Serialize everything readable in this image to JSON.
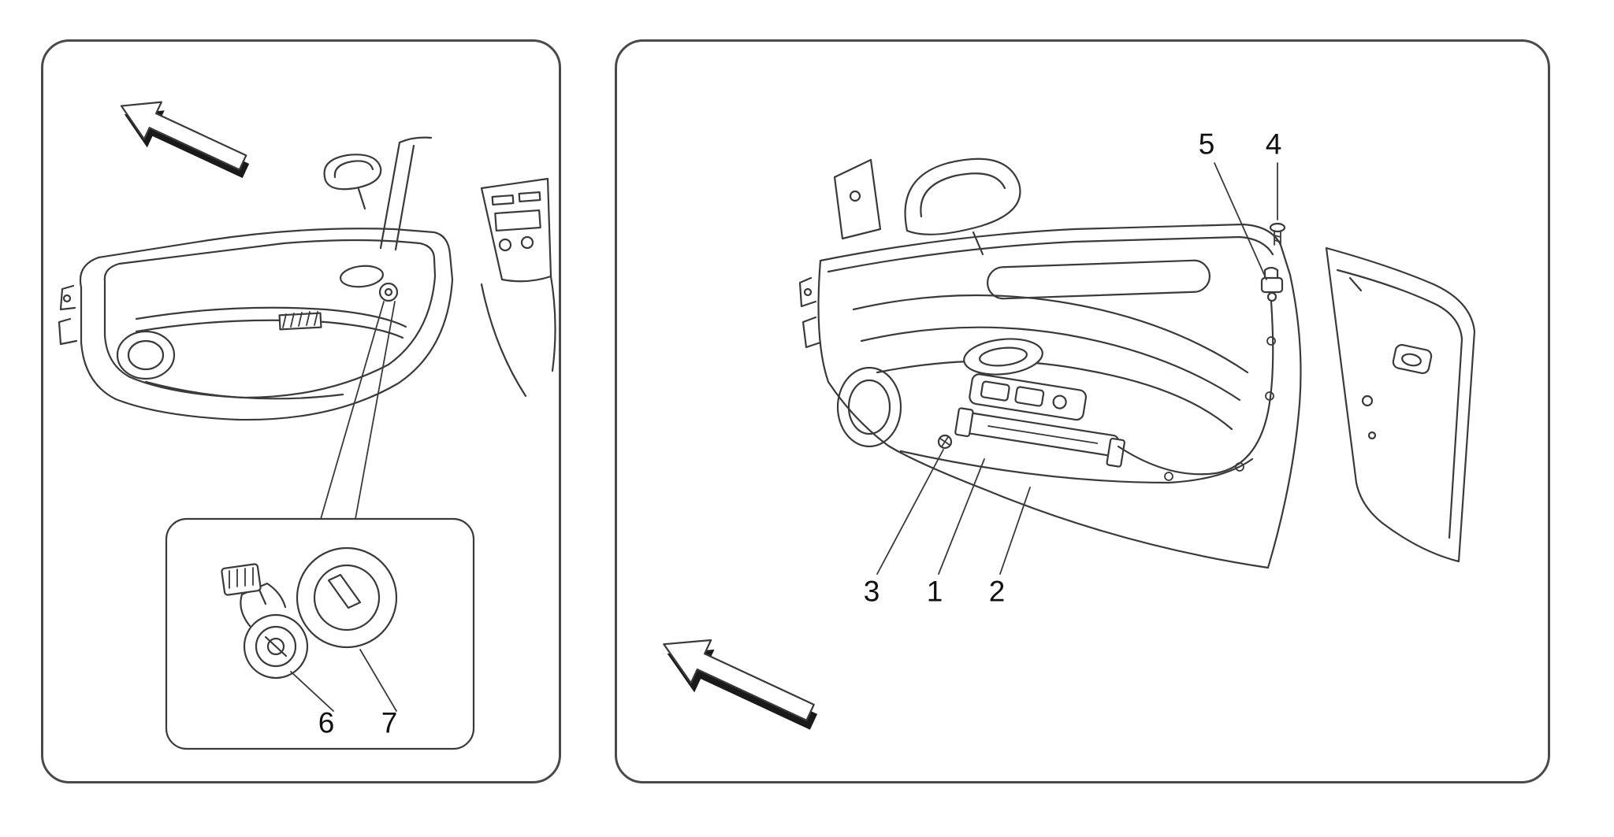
{
  "diagram": {
    "kind": "vehicle-door-parts-diagram",
    "left_panel": {
      "callouts": {
        "c6": "6",
        "c7": "7"
      }
    },
    "right_panel": {
      "callouts": {
        "c1": "1",
        "c2": "2",
        "c3": "3",
        "c4": "4",
        "c5": "5"
      }
    },
    "icons": [
      "direction-arrow-icon"
    ],
    "colors": {
      "background": "#ffffff",
      "line": "#3a3a3a",
      "panel_border": "#4a4a4a",
      "arrow_shadow": "#1a1a1a",
      "label_text": "#101010"
    }
  }
}
